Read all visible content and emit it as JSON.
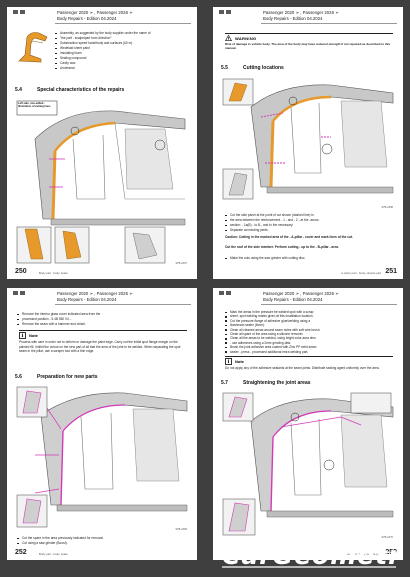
{
  "header": {
    "title_line1": "Passenger 2020 ➢ , Passenger 2026 ➢",
    "title_line2": "Body Repairs - Edition 04.2024"
  },
  "pages": [
    {
      "number": "250",
      "footer_text": "Body part - body, spare",
      "bullets_top": [
        "Assembly, as suggested by the body supplier under the name of",
        "\"the part - scalpelpart form direction\"",
        "Substraction speed hand/body and surfaces (60 m)",
        "Wedelaid sheet paint",
        "Insulating foam",
        "Sealing compound",
        "Cavity wax",
        "Underseal"
      ],
      "section_no": "5.4",
      "section_title": "Special characteristics of the repairs",
      "figure_callout": "Left side, non-edited - illustration of cutting lines",
      "figure_code": "S7B-2467"
    },
    {
      "number": "251",
      "footer_text": "a vision part - body, sample part",
      "warning_label": "WARNING",
      "warning_text": "Risk of damage to vehicle body. The area of the body may have reduced strength if not repaired as described in this manual.",
      "section_no": "5.5",
      "section_title": "Cutting locations",
      "figure_code": "S7B-2468",
      "bullets_bottom": [
        "Cut the side panel at the point of cut shown (dashed line) in",
        "the area between the reinforcement - 1 - and - 2 - at the -arrow-",
        "section: - 1a(B) - to B-, and to the necessary.",
        "Separate connecting joints."
      ],
      "instruction_bold": "Caution: Cutting in the marked area of the - A-pillar - cover and mark lines of the cut.",
      "instruction_bold2": "Cut the roof of the side member. Perform cutting - up to the - B-pillar - area.",
      "bullets_end": [
        "Make the cuts using the saw grinder with cutting disc."
      ]
    },
    {
      "number": "252",
      "footer_text": "Body part - body, spare",
      "bullets_top": [
        "Remove the interior glass cover indicated area from the",
        "processed position - 5.4B 550 04 -.",
        "Remove the seam with a hammer and chisel."
      ],
      "note_label": "Note",
      "note_text": "Process with care in order not to deform or damage the paint edge. Carry out the initial spot flange margin on the painted fill. Inhibit the cutout on the new part of all that the area of the joint to be welded. When separating the spot seam in the pillar, use a scraper tool with a thin edge.",
      "section_no": "5.6",
      "section_title": "Preparation for new parts",
      "figure_code": "S7B-2469",
      "bullets_bottom": [
        "Cut the spare in the area previously indicated for removal.",
        "Cut using a saw grinder (Boost)."
      ]
    },
    {
      "number": "253",
      "footer_text": "a vision part - body, sample part",
      "bullets_top": [
        "Mark the areas in the pressure be welded spot with a scrap",
        "sheet, spot welding marks given at this installation location.",
        "Cut the pressure flange of adhesive glue/welding using a",
        "flow/seam sealer (6mm).",
        "Clean all cleaned areas around seam holes with soft wire brush.",
        "Clean all spare of the area using a silicone remover.",
        "Clean all the areas to be welded, using bright color area rims",
        "- use adhesives using a 2mm grinding disk.",
        "Brush the joint adhesive area coated with Zinc PP weld seam",
        "sealer - press - processed additional extra welding part."
      ],
      "note_label": "Note",
      "note_text": "Do not apply any of the adhesive sealants at the seam joints. Distribute sealing agent uniformly over the area.",
      "section_no": "5.7",
      "section_title": "Straightening the joint areas",
      "figure_code": "S7B-2470"
    }
  ],
  "brand": {
    "name": "CarGeometry",
    "color": "#ffffff"
  },
  "colors": {
    "background": "#3f3f3f",
    "page": "#ffffff",
    "highlight_orange": "#e79a2b",
    "highlight_magenta": "#d23ab8"
  }
}
